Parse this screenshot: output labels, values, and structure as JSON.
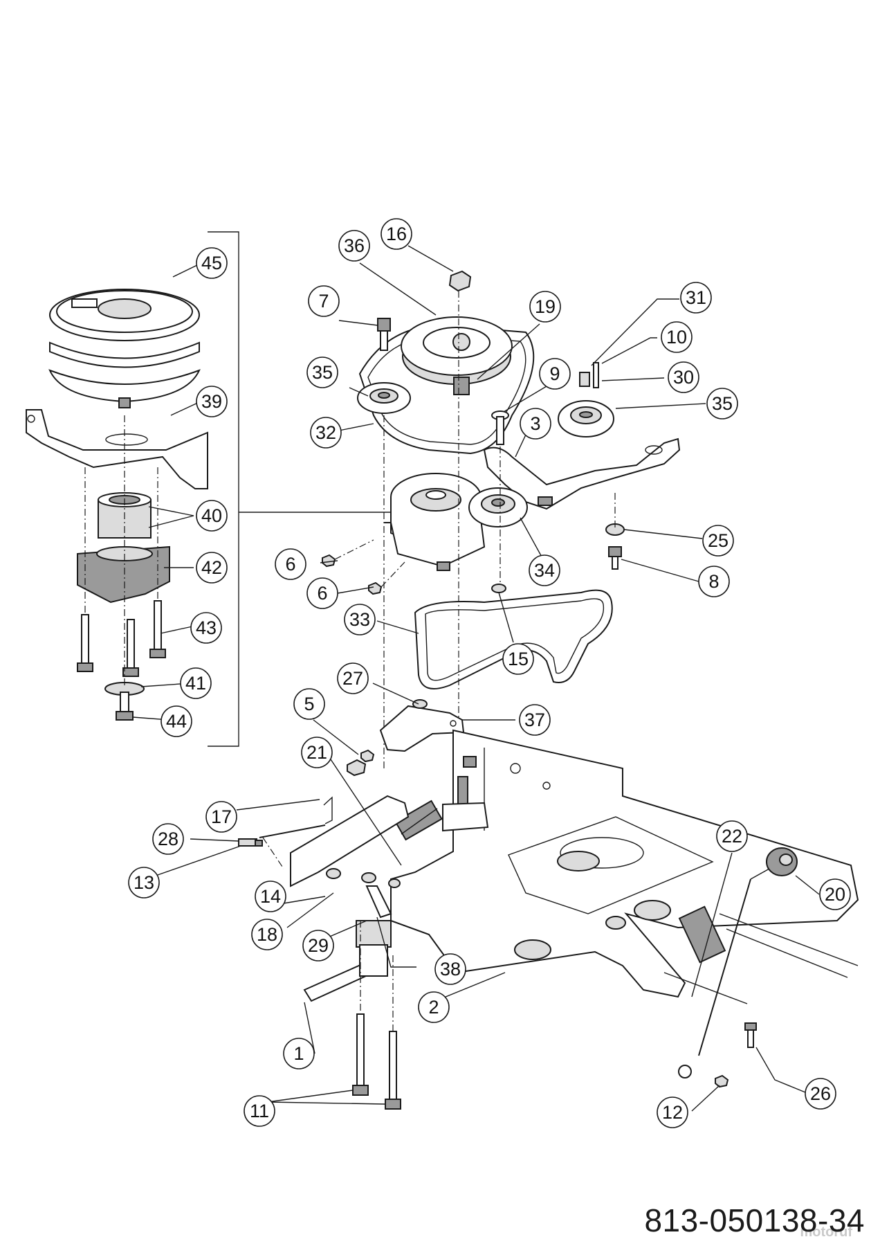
{
  "drawing_code": "813-050138-34",
  "watermark": "motoruf",
  "callouts": [
    "45",
    "39",
    "40",
    "42",
    "43",
    "41",
    "44",
    "36",
    "16",
    "19",
    "7",
    "35",
    "32",
    "31",
    "10",
    "30",
    "35",
    "9",
    "3",
    "6",
    "6",
    "25",
    "8",
    "34",
    "33",
    "15",
    "27",
    "37",
    "5",
    "21",
    "17",
    "28",
    "13",
    "14",
    "18",
    "29",
    "38",
    "1",
    "2",
    "11",
    "22",
    "20",
    "26",
    "12"
  ]
}
